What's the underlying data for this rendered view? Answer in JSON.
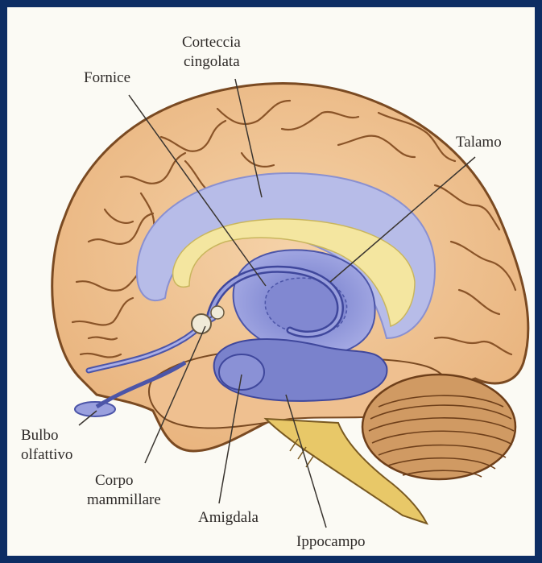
{
  "labels": {
    "corteccia_line1": "Corteccia",
    "corteccia_line2": "cingolata",
    "fornice": "Fornice",
    "talamo": "Talamo",
    "bulbo_line1": "Bulbo",
    "bulbo_line2": "olfattivo",
    "corpo_line1": "Corpo",
    "corpo_line2": "mammillare",
    "amigdala": "Amigdala",
    "ippocampo": "Ippocampo"
  },
  "colors": {
    "border": "#0d2d63",
    "background": "#fbfaf4",
    "cortex": "#f1c89b",
    "limbic_blue": "#8c93d6",
    "callosum_yellow": "#f4e6a0"
  }
}
